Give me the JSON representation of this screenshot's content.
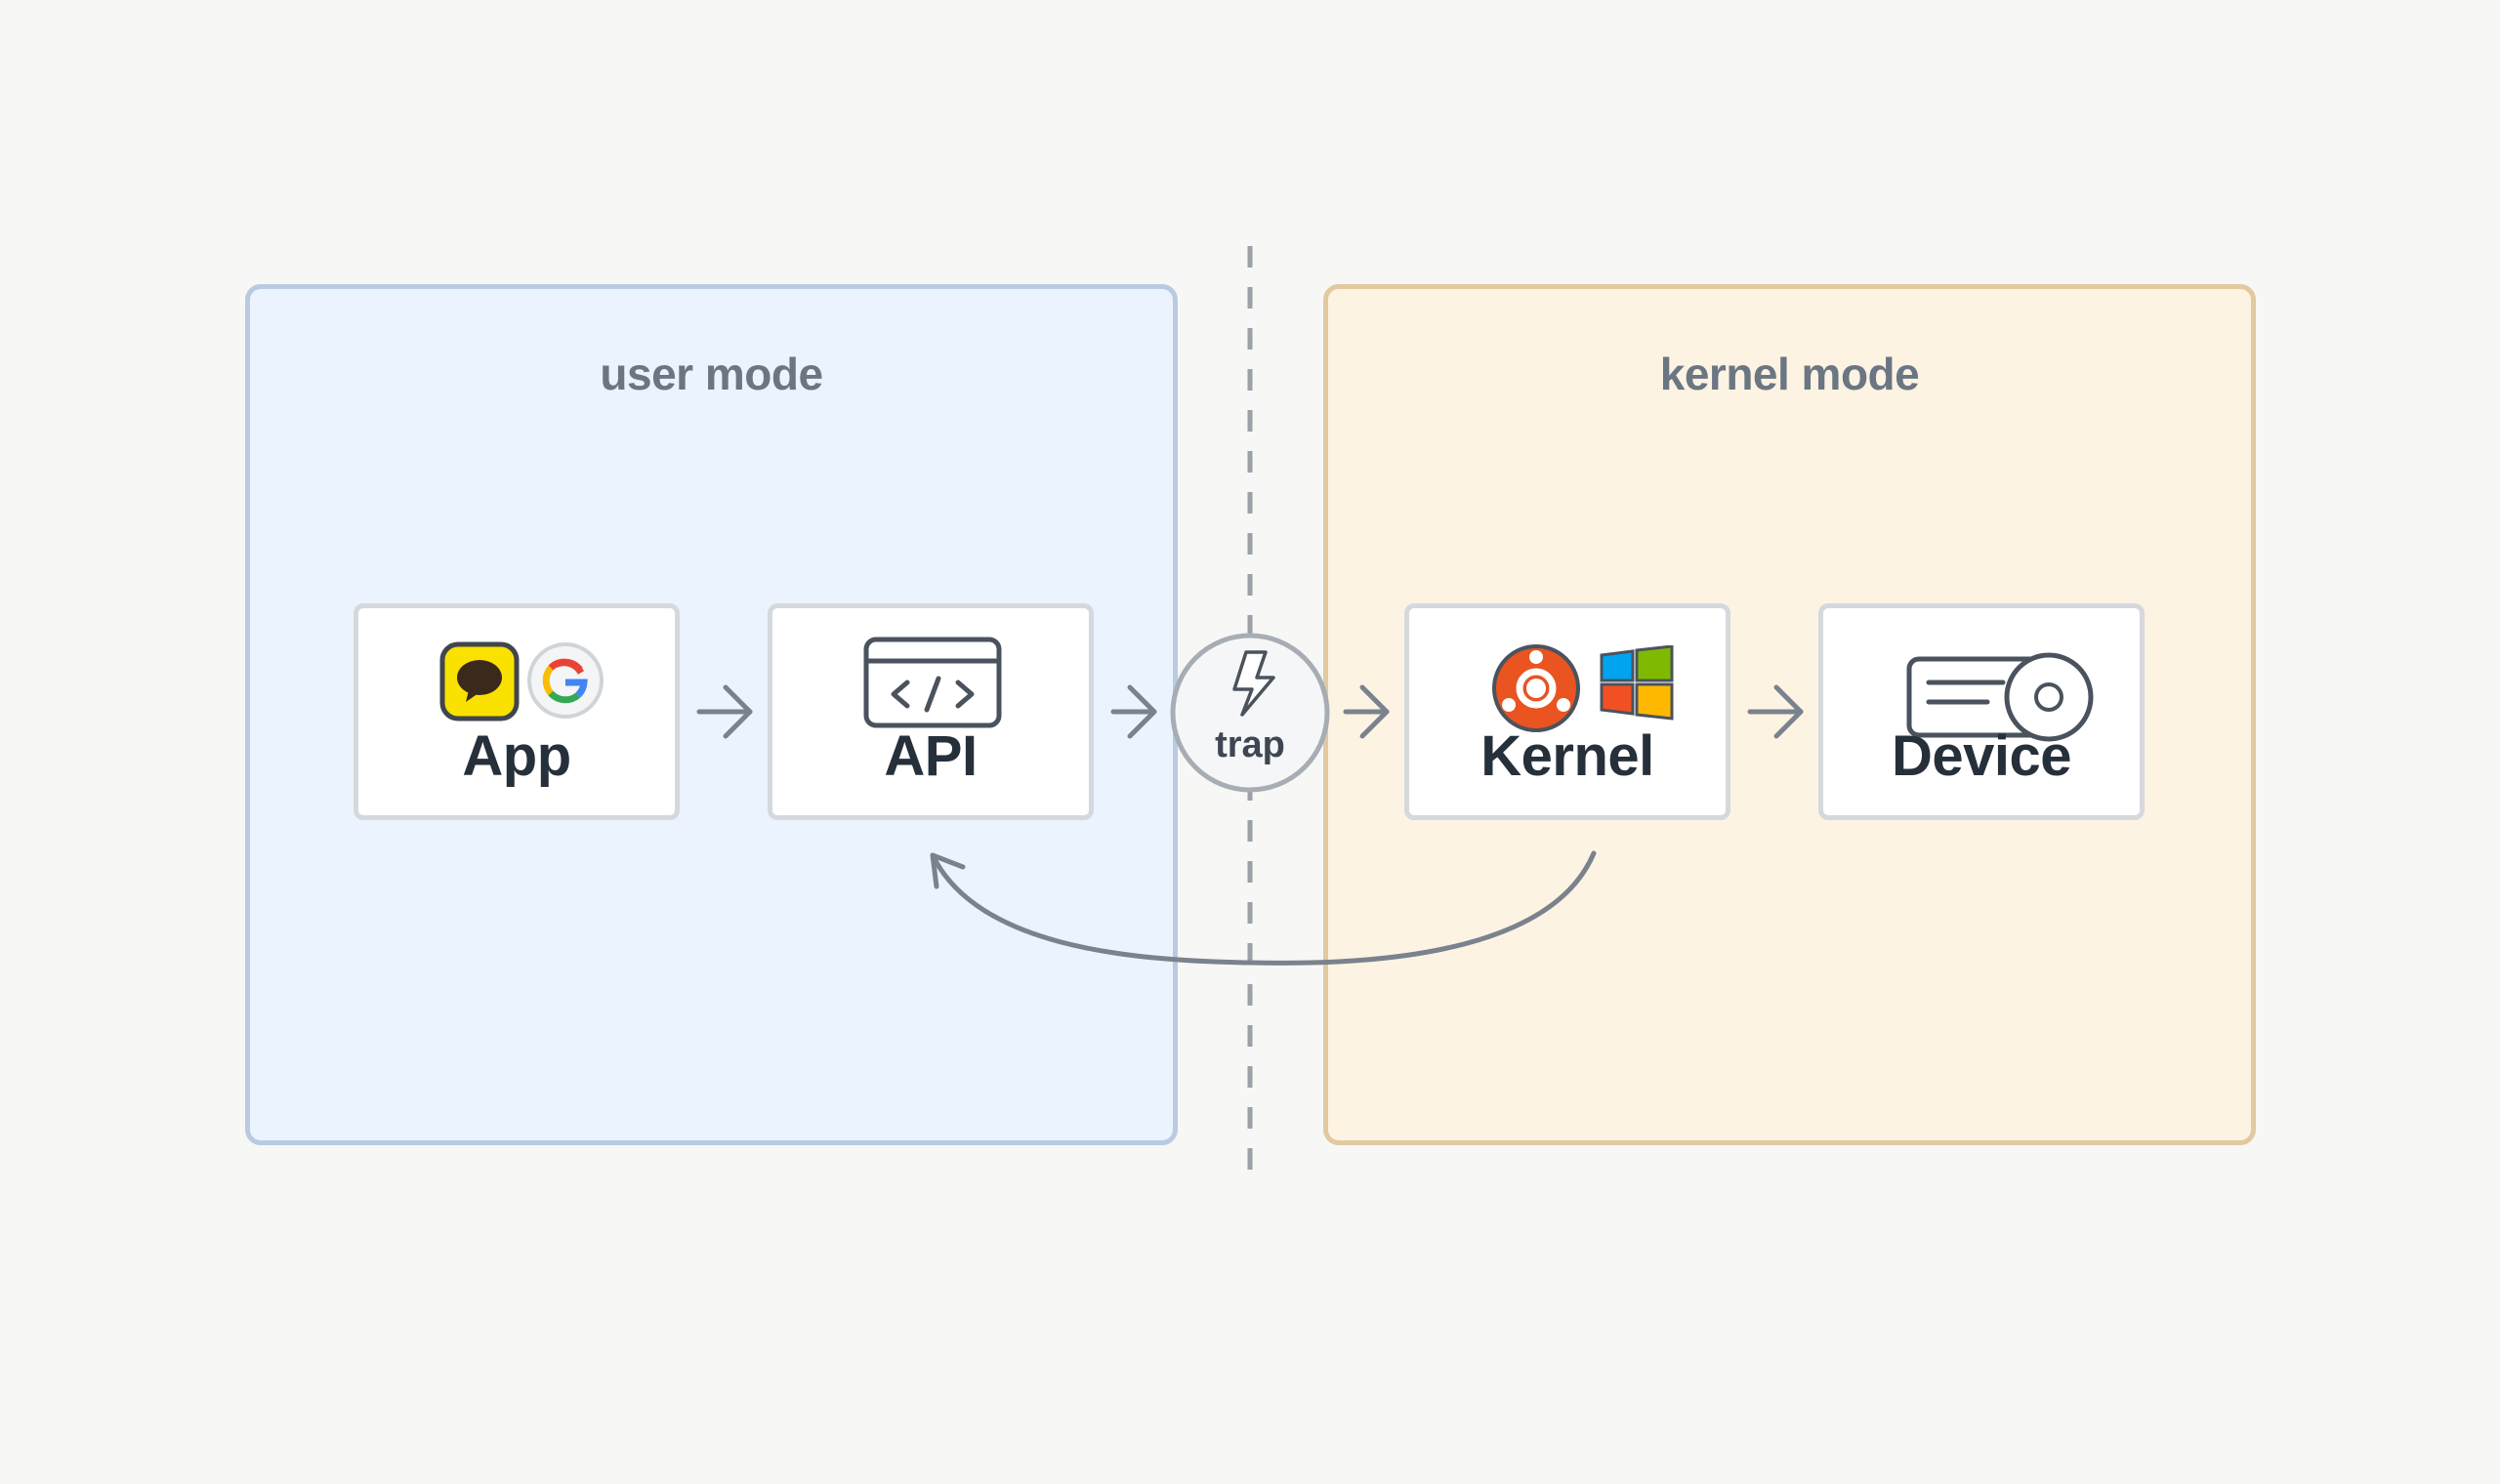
{
  "zones": {
    "user": {
      "title": "user mode"
    },
    "kernel": {
      "title": "kernel mode"
    }
  },
  "nodes": {
    "app": {
      "label": "App",
      "icons": [
        "speech-bubble-icon",
        "google-icon"
      ]
    },
    "api": {
      "label": "API",
      "icons": [
        "code-window-icon"
      ]
    },
    "kernel": {
      "label": "Kernel",
      "icons": [
        "ubuntu-icon",
        "windows-icon"
      ]
    },
    "device": {
      "label": "Device",
      "icons": [
        "disk-drive-icon"
      ]
    }
  },
  "trap": {
    "label": "trap",
    "icon": "lightning-icon"
  },
  "colors": {
    "user_zone_fill": "#ebf3fe",
    "user_zone_border": "#b9cbe2",
    "kernel_zone_fill": "#fdf3e3",
    "kernel_zone_border": "#e2c9a0",
    "arrow": "#7a838d",
    "app_bubble_yellow": "#fae100",
    "ubuntu_orange": "#e95420",
    "windows_blue": "#00a4ef",
    "windows_green": "#7fba00",
    "windows_red": "#f25022",
    "windows_yellow": "#ffb900"
  }
}
